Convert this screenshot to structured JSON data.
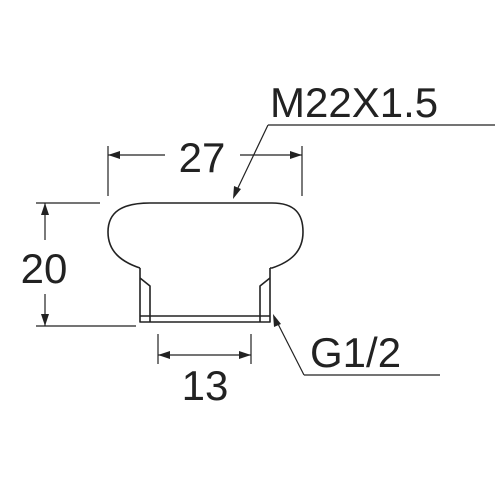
{
  "diagram": {
    "dimensions": {
      "top_width": "27",
      "height": "20",
      "bottom_width": "13"
    },
    "callouts": {
      "top_thread": "M22X1.5",
      "bottom_thread": "G1/2"
    },
    "colors": {
      "line": "#222222",
      "background": "#ffffff"
    }
  }
}
